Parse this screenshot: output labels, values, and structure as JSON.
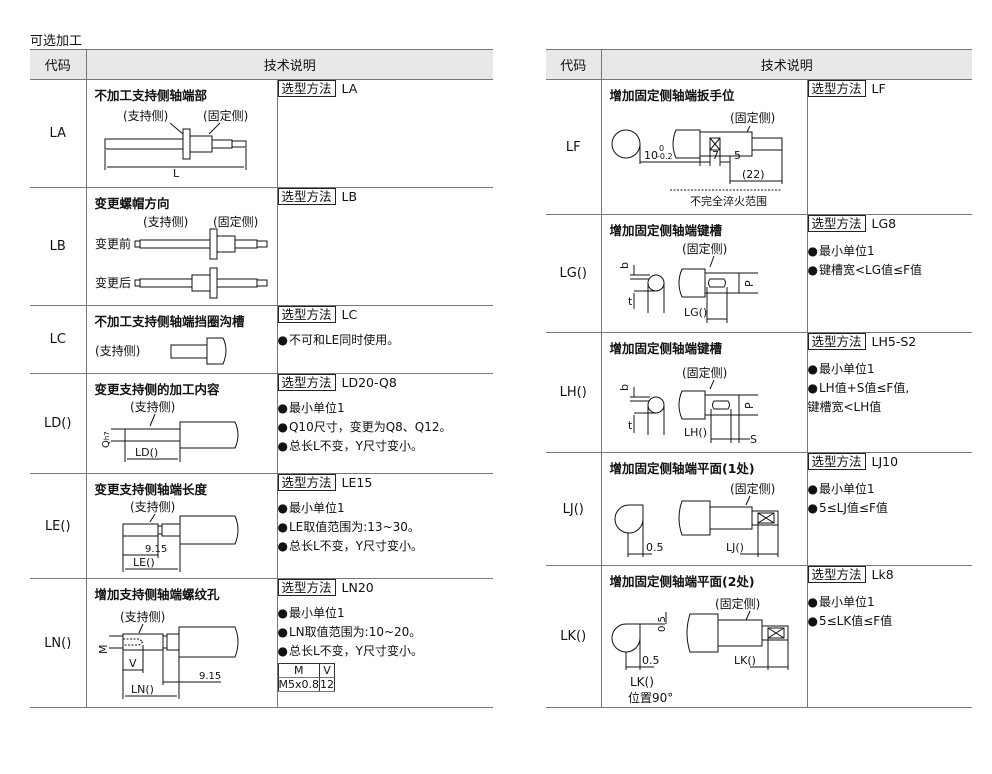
{
  "page_title": "可选加工",
  "left_table": {
    "header": {
      "code": "代码",
      "description": "技术说明"
    },
    "rows": [
      {
        "code": "LA",
        "title": "不加工支持侧轴端部",
        "support_label": "(支持侧)",
        "fixed_label": "(固定侧)",
        "dim_L": "L",
        "method_label": "选型方法",
        "method_value": "LA",
        "notes": []
      },
      {
        "code": "LB",
        "title": "变更螺帽方向",
        "support_label": "(支持侧)",
        "fixed_label": "(固定侧)",
        "before_label": "变更前",
        "after_label": "变更后",
        "method_label": "选型方法",
        "method_value": "LB",
        "notes": []
      },
      {
        "code": "LC",
        "title": "不加工支持侧轴端挡圈沟槽",
        "support_label": "(支持侧)",
        "method_label": "选型方法",
        "method_value": "LC",
        "notes": [
          "不可和LE同时使用。"
        ]
      },
      {
        "code": "LD()",
        "title": "变更支持侧的加工内容",
        "support_label": "(支持侧)",
        "dim_Q": "Q",
        "dim_Q_sub": "h7",
        "dim_LD": "LD()",
        "method_label": "选型方法",
        "method_value": "LD20-Q8",
        "notes": [
          "最小单位1",
          "Q10尺寸，变更为Q8、Q12。",
          "总长L不变，Y尺寸变小。"
        ]
      },
      {
        "code": "LE()",
        "title": "变更支持侧轴端长度",
        "support_label": "(支持侧)",
        "dim_915": "9.15",
        "dim_LE": "LE()",
        "method_label": "选型方法",
        "method_value": "LE15",
        "notes": [
          "最小单位1",
          "LE取值范围为:13~30。",
          "总长L不变，Y尺寸变小。"
        ]
      },
      {
        "code": "LN()",
        "title": "增加支持侧轴端螺纹孔",
        "support_label": "(支持侧)",
        "dim_M": "M",
        "dim_V": "V",
        "dim_915": "9.15",
        "dim_LN": "LN()",
        "method_label": "选型方法",
        "method_value": "LN20",
        "notes": [
          "最小单位1",
          "LN取值范围为:10~20。",
          "总长L不变，Y尺寸变小。"
        ],
        "mv_table": {
          "headers": [
            "M",
            "V"
          ],
          "row": [
            "M5x0.8",
            "12"
          ]
        }
      }
    ]
  },
  "right_table": {
    "header": {
      "code": "代码",
      "description": "技术说明"
    },
    "rows": [
      {
        "code": "LF",
        "title": "增加固定侧轴端扳手位",
        "fixed_label": "(固定侧)",
        "dim_10": "10",
        "tol_top": "0",
        "tol_bottom": "-0.2",
        "dim_7": "7",
        "dim_5": "5",
        "dim_22": "(22)",
        "caption": "不完全淬火范围",
        "method_label": "选型方法",
        "method_value": "LF",
        "notes": []
      },
      {
        "code": "LG()",
        "title": "增加固定侧轴端键槽",
        "fixed_label": "(固定侧)",
        "dim_b": "b",
        "dim_t": "t",
        "dim_P": "P",
        "dim_LG": "LG()",
        "method_label": "选型方法",
        "method_value": "LG8",
        "notes": [
          "最小单位1",
          "键槽宽<LG值≤F值"
        ]
      },
      {
        "code": "LH()",
        "title": "增加固定侧轴端键槽",
        "fixed_label": "(固定侧)",
        "dim_b": "b",
        "dim_t": "t",
        "dim_P": "P",
        "dim_S": "S",
        "dim_LH": "LH()",
        "method_label": "选型方法",
        "method_value": "LH5-S2",
        "notes": [
          "最小单位1",
          "LH值+S值≤F值,"
        ],
        "subnote": "键槽宽<LH值"
      },
      {
        "code": "LJ()",
        "title": "增加固定侧轴端平面(1处)",
        "fixed_label": "(固定侧)",
        "dim_05": "0.5",
        "dim_LJ": "LJ()",
        "method_label": "选型方法",
        "method_value": "LJ10",
        "notes": [
          "最小单位1",
          "5≤LJ值≤F值"
        ]
      },
      {
        "code": "LK()",
        "title": "增加固定侧轴端平面(2处)",
        "fixed_label": "(固定侧)",
        "dim_05": "0.5",
        "dim_LK": "LK()",
        "lk_note1": "LK()",
        "lk_note2": "位置90°",
        "method_label": "选型方法",
        "method_value": "Lk8",
        "notes": [
          "最小单位1",
          "5≤LK值≤F值"
        ]
      }
    ]
  }
}
